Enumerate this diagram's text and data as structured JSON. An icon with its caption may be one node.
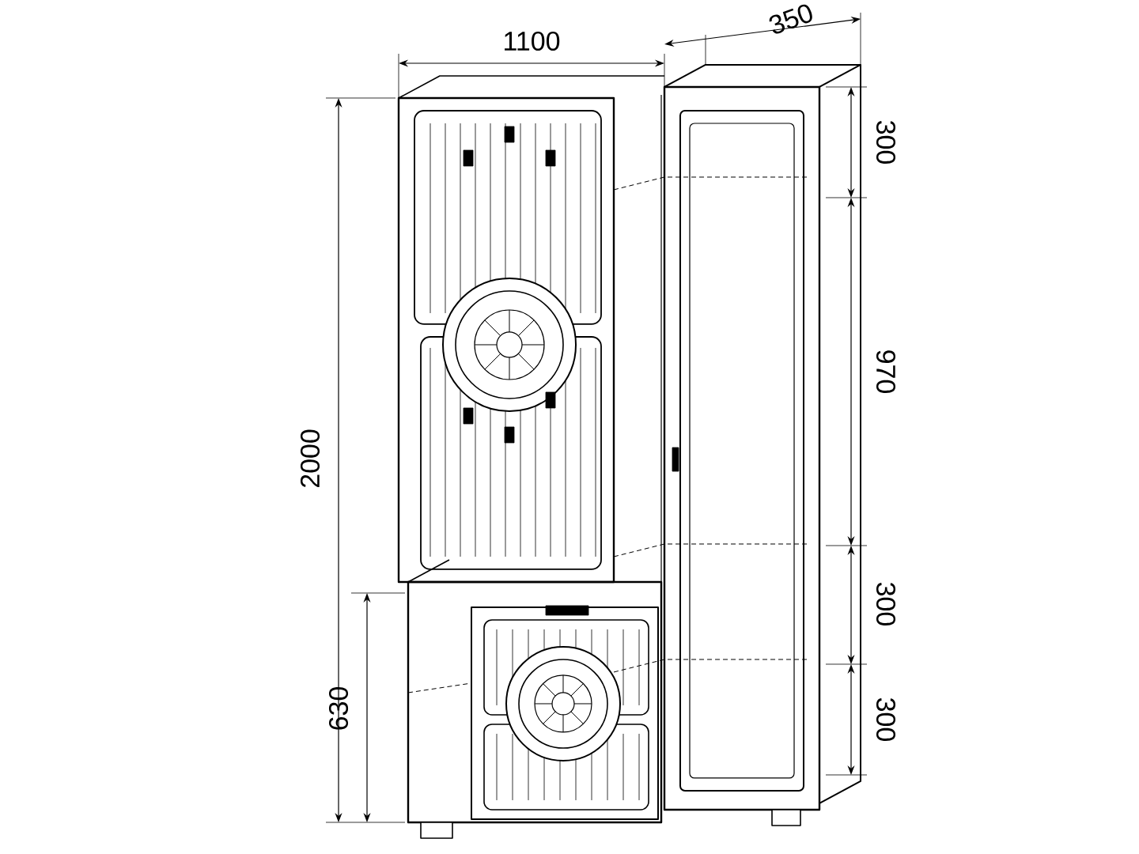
{
  "diagram": {
    "labels": [
      "1100",
      "350",
      "300",
      "970",
      "300",
      "300",
      "2000",
      "630"
    ]
  }
}
